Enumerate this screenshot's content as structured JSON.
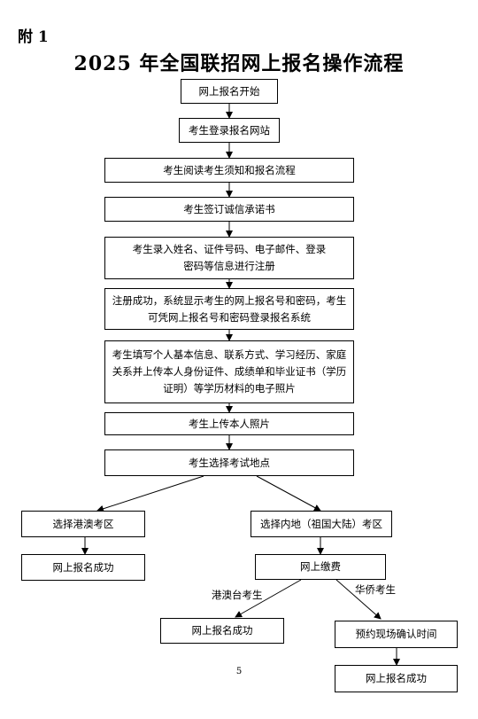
{
  "header": {
    "annex_label": "附 1",
    "title": "2025 年全国联招网上报名操作流程"
  },
  "steps": {
    "start": "网上报名开始",
    "login": "考生登录报名网站",
    "read": "考生阅读考生须知和报名流程",
    "pledge": "考生签订诚信承诺书",
    "enter_info": "考生录入姓名、证件号码、电子邮件、登录密码等信息进行注册",
    "registered": "注册成功，系统显示考生的网上报名号和密码，考生可凭网上报名号和密码登录报名系统",
    "fill_info": "考生填写个人基本信息、联系方式、学习经历、家庭关系并上传本人身份证件、成绩单和毕业证书（学历证明）等学历材料的电子照片",
    "upload_photo": "考生上传本人照片",
    "choose_site": "考生选择考试地点",
    "hk_macau_area": "选择港澳考区",
    "hk_success": "网上报名成功",
    "mainland_area": "选择内地（祖国大陆）考区",
    "pay": "网上缴费",
    "hmt_success": "网上报名成功",
    "schedule": "预约现场确认时间",
    "final_success": "网上报名成功"
  },
  "edge_labels": {
    "hmt": "港澳台考生",
    "overseas": "华侨考生"
  },
  "footer": {
    "page_number": "5"
  }
}
